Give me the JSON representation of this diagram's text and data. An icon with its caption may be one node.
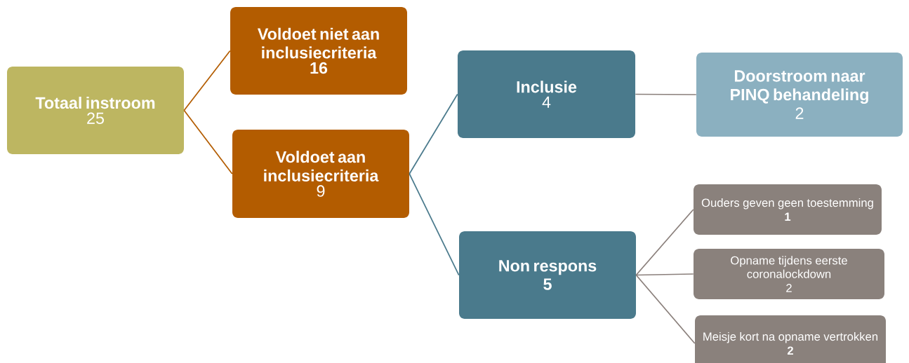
{
  "diagram": {
    "nodes": [
      {
        "text": [
          "Totaal instroom",
          "25"
        ]
      },
      {
        "text": [
          "Voldoet niet aan inclusiecriteria",
          "16"
        ]
      },
      {
        "text": [
          "Voldoet aan inclusiecriteria",
          "9"
        ]
      },
      {
        "text": [
          "Inclusie",
          "4"
        ]
      },
      {
        "text": [
          "Doorstroom naar PINQ behandeling",
          "2"
        ]
      },
      {
        "text": [
          "Non respons",
          "5"
        ]
      },
      {
        "text": [
          "Ouders geven geen toestemming",
          "1"
        ]
      },
      {
        "text": [
          "Opname tijdens eerste coronalockdown",
          "2"
        ]
      },
      {
        "text": [
          "Meisje kort na opname vertrokken",
          "2"
        ]
      }
    ],
    "edges": [
      {
        "from": 0,
        "to": 1,
        "arrow": "none",
        "color": "#b35c00"
      },
      {
        "from": 0,
        "to": 2,
        "arrow": "none",
        "color": "#b35c00"
      },
      {
        "from": 2,
        "to": 3,
        "arrow": "none",
        "color": "#4a7a8c"
      },
      {
        "from": 2,
        "to": 5,
        "arrow": "none",
        "color": "#4a7a8c"
      },
      {
        "from": 3,
        "to": 4,
        "arrow": "none",
        "color": "#8a7f7b"
      },
      {
        "from": 5,
        "to": 6,
        "arrow": "none",
        "color": "#8a7f7b"
      },
      {
        "from": 5,
        "to": 7,
        "arrow": "none",
        "color": "#8a7f7b"
      },
      {
        "from": 5,
        "to": 8,
        "arrow": "none",
        "color": "#8a7f7b"
      }
    ]
  }
}
